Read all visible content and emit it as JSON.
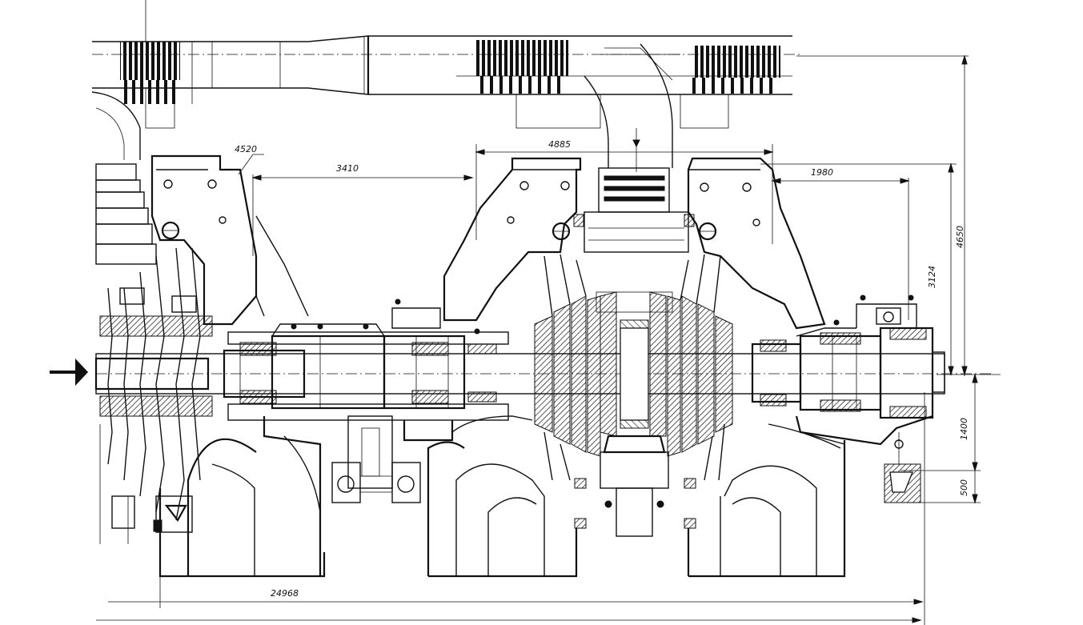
{
  "drawing": {
    "dimensions": {
      "d4520": "4520",
      "d3410": "3410",
      "d4885": "4885",
      "d1980": "1980",
      "d4650": "4650",
      "d3124": "3124",
      "d1400": "1400",
      "d500": "500",
      "d24968": "24968"
    },
    "colors": {
      "ink": "#111111",
      "paper": "#ffffff"
    },
    "icons": {
      "flow_arrow": "arrow-right"
    }
  }
}
